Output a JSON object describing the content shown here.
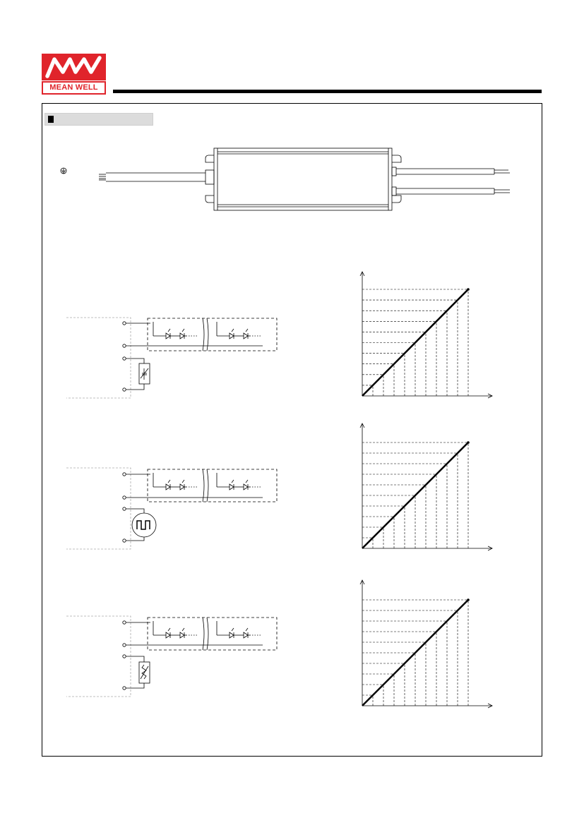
{
  "header": {
    "logo_text": "MEAN WELL",
    "logo_mark": "MW",
    "brand_color": "#e0242b"
  },
  "section": {
    "marker_icon": "square-marker-icon"
  },
  "device": {
    "ground_icon": "earth-ground-icon"
  },
  "dimming_graphs": [
    {
      "type": "line",
      "shape": "linear-increasing",
      "gridlines": 10
    },
    {
      "type": "line",
      "shape": "linear-increasing",
      "gridlines": 10
    },
    {
      "type": "line",
      "shape": "linear-increasing",
      "gridlines": 10
    }
  ]
}
